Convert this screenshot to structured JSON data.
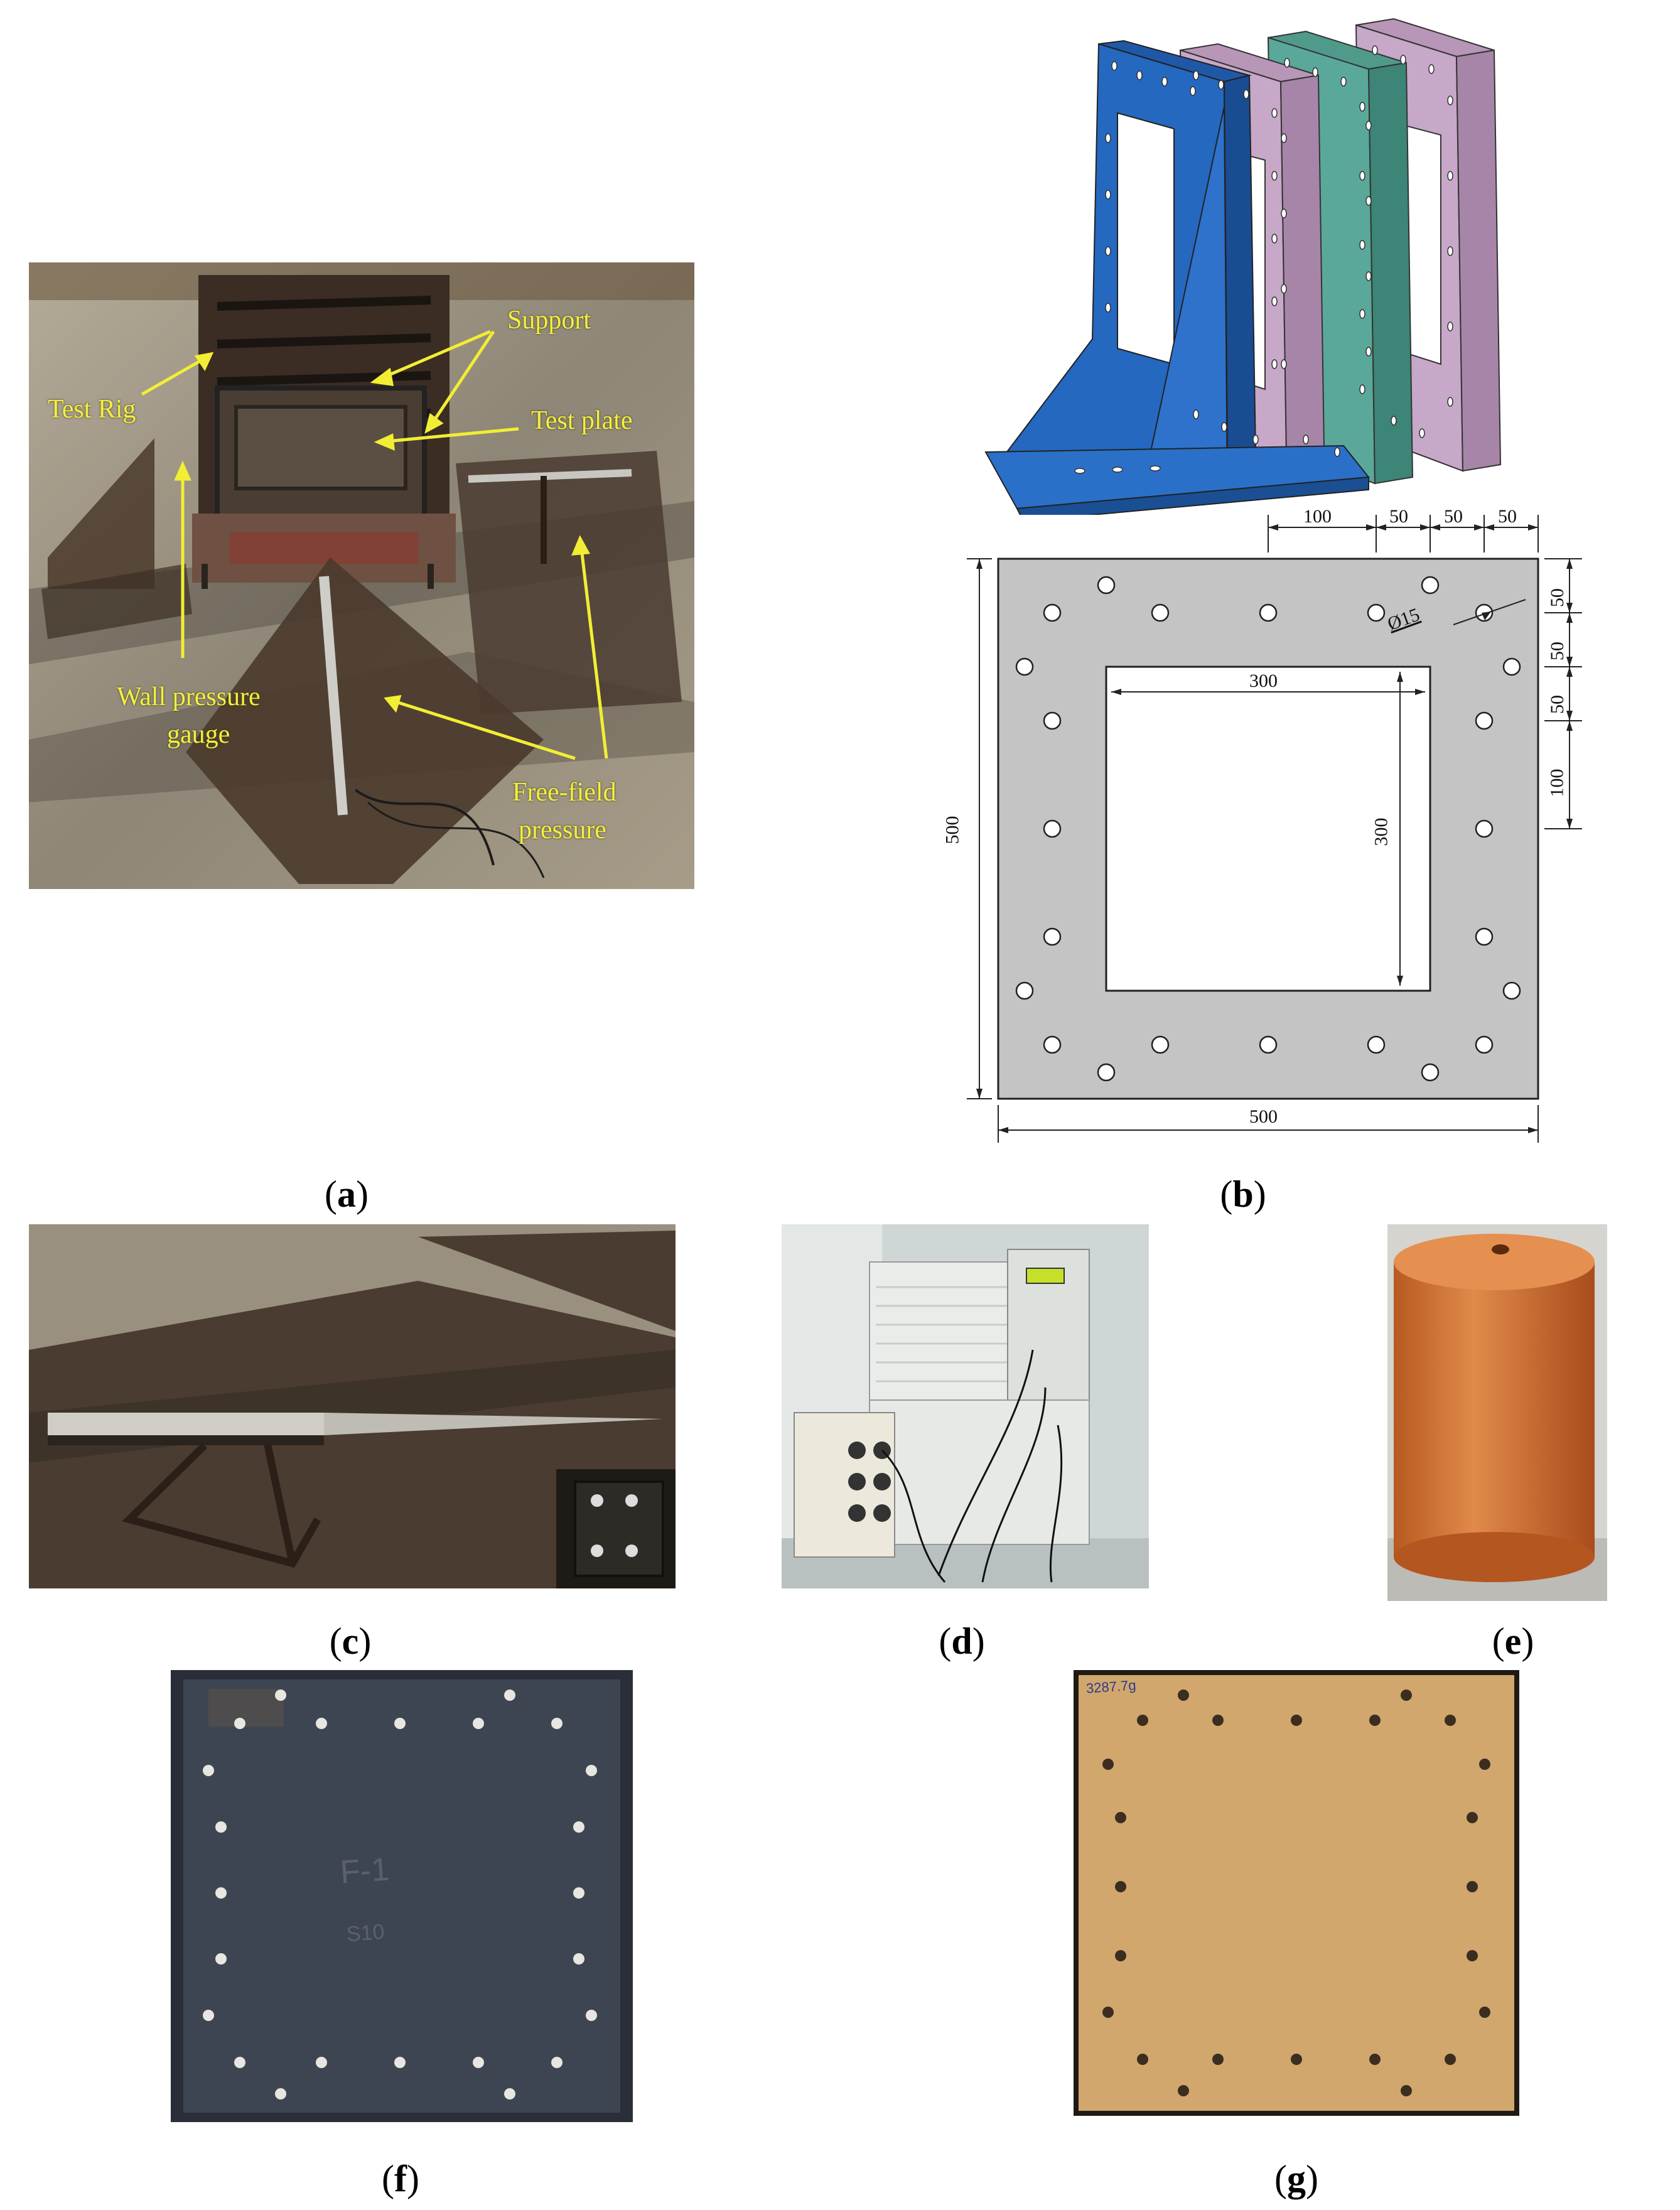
{
  "panels": {
    "a": {
      "caption_letter": "a",
      "labels": {
        "test_rig": "Test Rig",
        "support": "Support",
        "test_plate": "Test plate",
        "wall_pressure_1": "Wall pressure",
        "wall_pressure_2": "gauge",
        "free_field_1": "Free-field",
        "free_field_2": "pressure"
      }
    },
    "b": {
      "caption_letter": "b",
      "colors": {
        "frame_blue": "#2468c0",
        "plate_purple": "#c7a8c8",
        "plate_green": "#5aa89a",
        "drawing_gray": "#c4c4c4"
      },
      "dimensions": {
        "top_100": "100",
        "top_50a": "50",
        "top_50b": "50",
        "top_50c": "50",
        "right_50a": "50",
        "right_50b": "50",
        "right_50c": "50",
        "right_100": "100",
        "hole": "Ø15",
        "inner_width": "300",
        "inner_height": "300",
        "outer_height": "500",
        "outer_width": "500"
      }
    },
    "c": {
      "caption_letter": "c"
    },
    "d": {
      "caption_letter": "d"
    },
    "e": {
      "caption_letter": "e"
    },
    "f": {
      "caption_letter": "f",
      "marks": {
        "line1": "F-1",
        "line2": "S10"
      }
    },
    "g": {
      "caption_letter": "g",
      "marks": {
        "weight": "3287.7g"
      }
    }
  }
}
